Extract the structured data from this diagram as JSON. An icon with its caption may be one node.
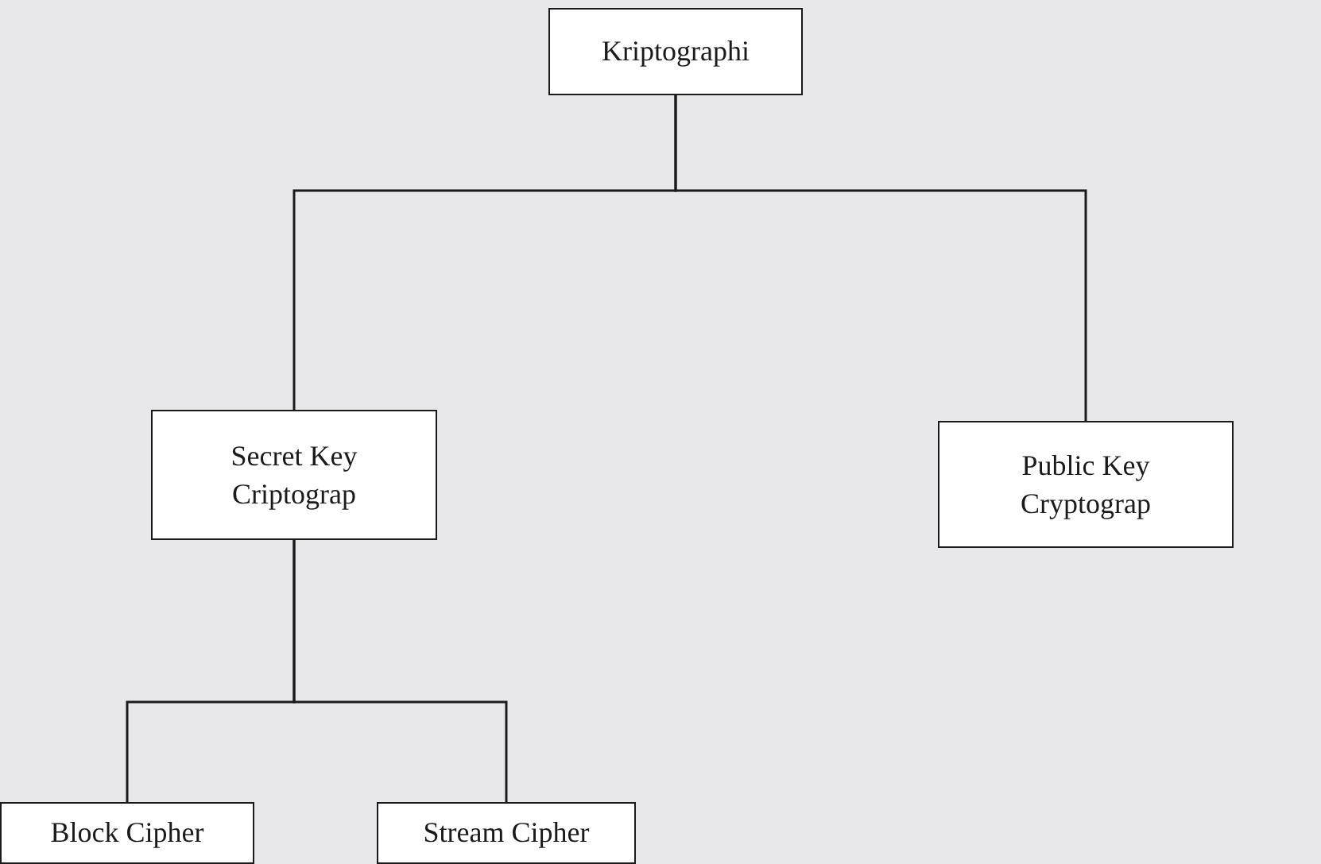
{
  "diagram": {
    "nodes": [
      {
        "text": [
          "Kriptographi"
        ]
      },
      {
        "text": [
          "Secret Key Criptograp"
        ]
      },
      {
        "text": [
          "Public Key Cryptograp"
        ]
      },
      {
        "text": [
          "Block Cipher"
        ]
      },
      {
        "text": [
          "Stream Cipher"
        ]
      }
    ],
    "edges": [
      {
        "from": 0,
        "to": 1,
        "arrow": "none"
      },
      {
        "from": 0,
        "to": 2,
        "arrow": "none"
      },
      {
        "from": 1,
        "to": 3,
        "arrow": "none"
      },
      {
        "from": 1,
        "to": 4,
        "arrow": "none"
      }
    ]
  }
}
